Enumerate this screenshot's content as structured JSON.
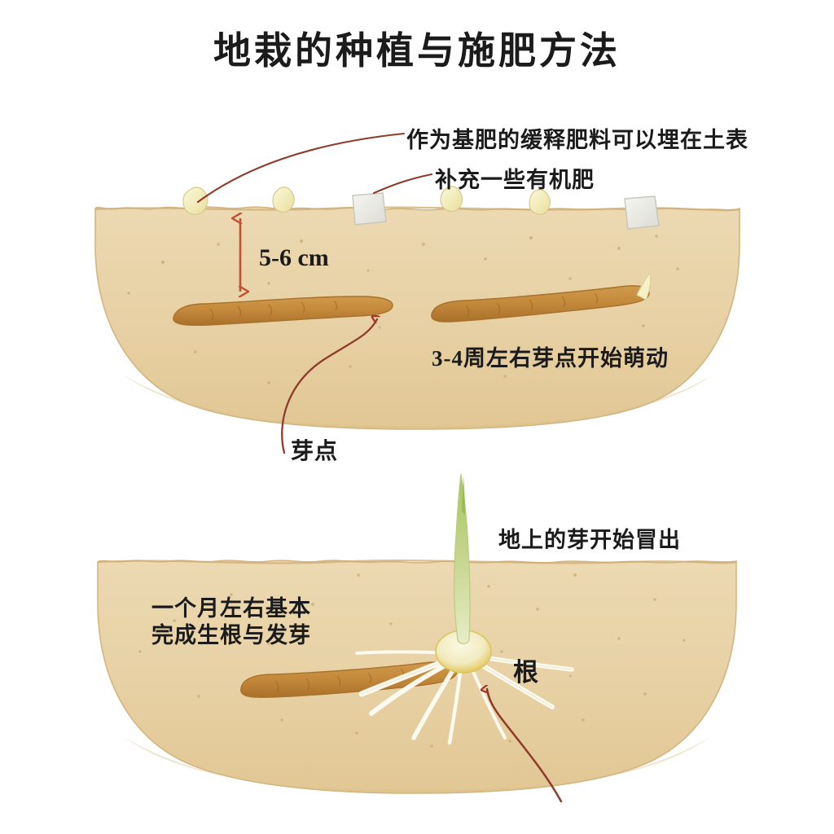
{
  "title": "地栽的种植与施肥方法",
  "colors": {
    "soil": "#e8d2a6",
    "soil_shadow": "#e0c693",
    "soil_edge": "#cbab72",
    "rhizome": "#c58a3c",
    "rhizome_dark": "#a96f28",
    "sprout_green": "#adc764",
    "sprout_pale": "#e3e7b9",
    "bulb": "#f4efcb",
    "bulb_ring": "#e2c64a",
    "root_white": "#fdfdf7",
    "arrow_red": "#a8332a",
    "arrow_orange": "#c0502f",
    "pellet_yellow": "#f3edbd",
    "pellet_gray": "#ebebe6",
    "text": "#1b1b1b",
    "background": "#ffffff"
  },
  "panels": {
    "upper": {
      "name": "planting-depth-panel",
      "annotations": {
        "base_fertilizer": "作为基肥的缓释肥料可以埋在土表",
        "organic_supplement": "补充一些有机肥",
        "depth": "5-6 cm",
        "sprout_weeks": "3-4周左右芽点开始萌动",
        "bud_point": "芽点"
      }
    },
    "lower": {
      "name": "rooting-sprouting-panel",
      "annotations": {
        "shoot_emerging": "地上的芽开始冒出",
        "month_progress": "一个月左右基本\n完成生根与发芽",
        "root": "根"
      }
    }
  },
  "legend_icons": {
    "slow_release_pellet": "pellet-icon",
    "organic_chunk": "fertilizer-chunk-icon",
    "rhizome": "rhizome-icon",
    "sprout": "sprout-icon",
    "roots": "roots-icon",
    "depth_arrow": "double-arrow-icon",
    "pointer_arrow": "curved-arrow-icon"
  }
}
